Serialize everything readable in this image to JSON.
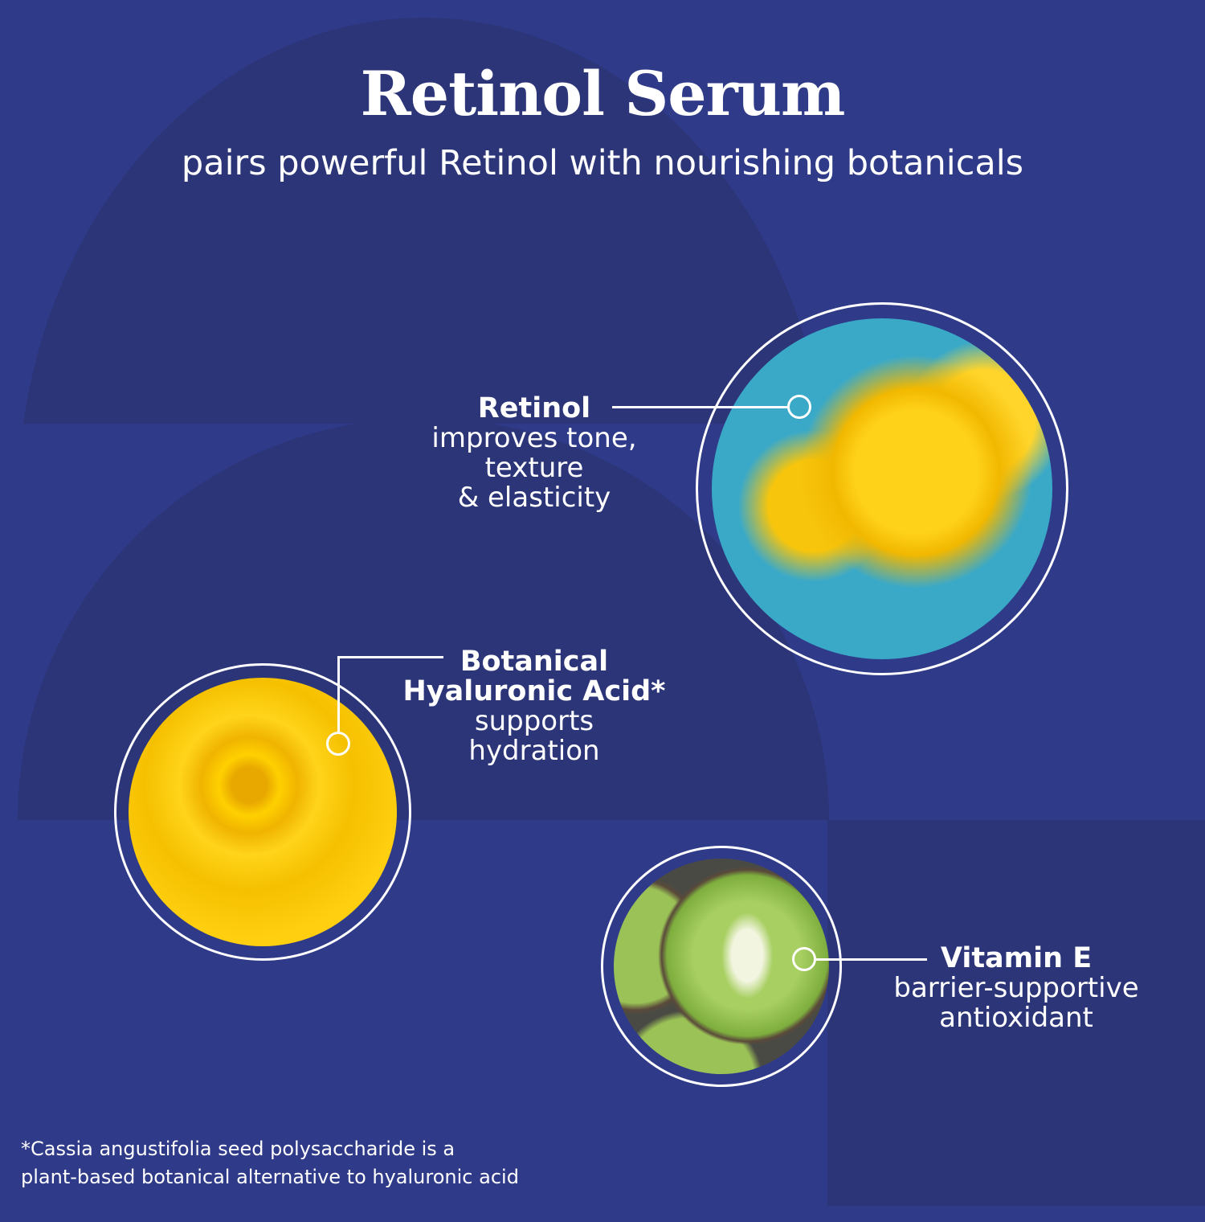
{
  "title": "Retinol Serum",
  "subtitle": "pairs powerful Retinol with nourishing botanicals",
  "ingredients": [
    {
      "name": "Retinol",
      "description_lines": [
        "improves tone,",
        "texture",
        "& elasticity"
      ],
      "image": "yellow-freesia-flower"
    },
    {
      "name_lines": [
        "Botanical",
        "Hyaluronic Acid*"
      ],
      "description_lines": [
        "supports",
        "hydration"
      ],
      "image": "yellow-rose-petals"
    },
    {
      "name": "Vitamin E",
      "description_lines": [
        "barrier-supportive",
        "antioxidant"
      ],
      "image": "kiwi-slices"
    }
  ],
  "footnote_lines": [
    "*Cassia angustifolia seed polysaccharide is a",
    "plant-based botanical alternative to hyaluronic acid"
  ],
  "colors": {
    "background": "#2f3a88",
    "shape": "#2b3475",
    "accent_yellow": "#f5c400",
    "sky": "#3aa9c8",
    "kiwi": "#8bbb4a"
  }
}
